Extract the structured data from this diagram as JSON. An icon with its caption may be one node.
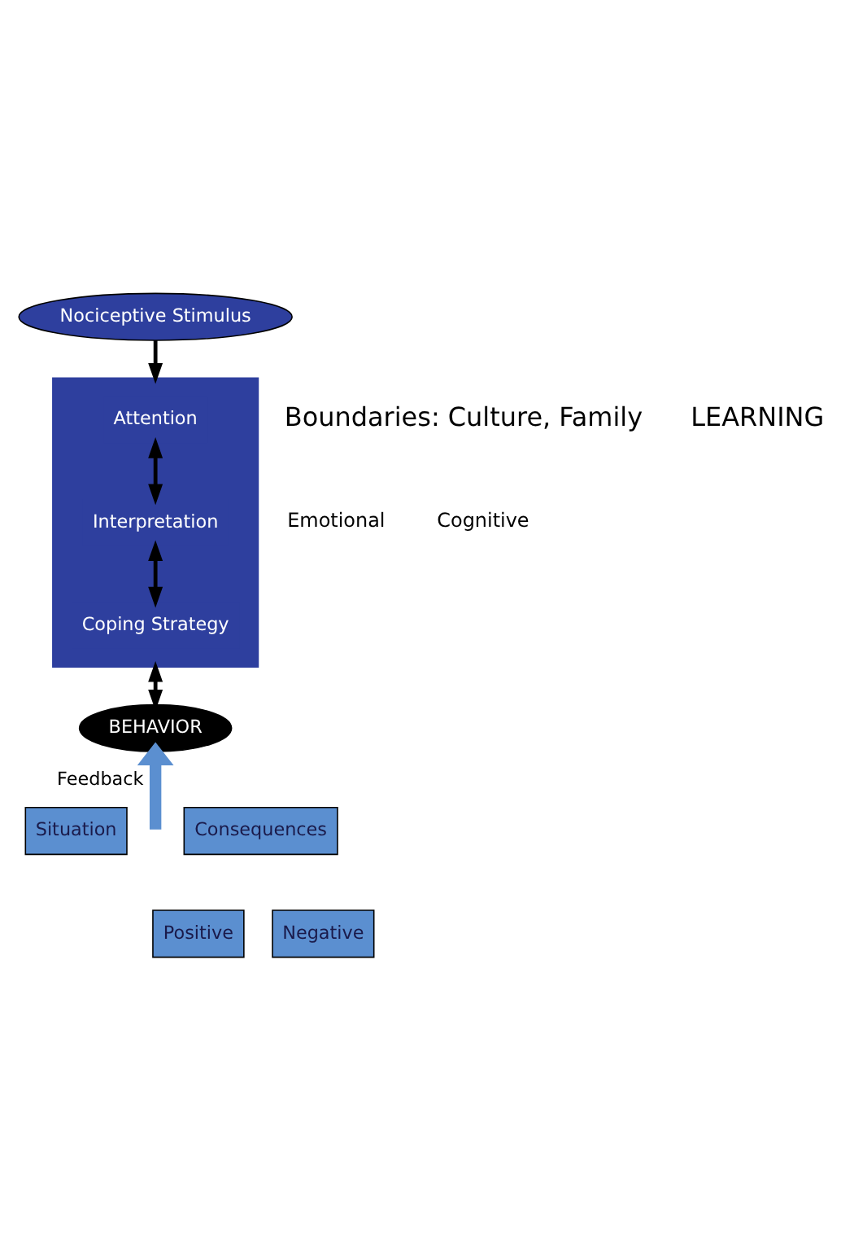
{
  "diagram": {
    "nodes": [
      {
        "text": [
          "Nociceptive Stimulus"
        ]
      },
      {
        "text": [],
        "shape": "box",
        "beside": [
          "Emotional",
          "Cognitive"
        ]
      },
      {
        "text": [
          "Attention"
        ],
        "in": 1
      },
      {
        "text": [
          "Interpretation"
        ],
        "in": 1
      },
      {
        "text": [
          "Coping Strategy"
        ],
        "in": 1
      },
      {
        "text": [
          "BEHAVIOR"
        ]
      },
      {
        "text": [
          "Situation"
        ]
      },
      {
        "text": [
          "Consequences"
        ]
      },
      {
        "text": [
          "Positive"
        ]
      },
      {
        "text": [
          "Negative"
        ]
      }
    ],
    "edges": [
      {
        "from": 0,
        "to": 1,
        "arrow": "to"
      },
      {
        "from": 2,
        "to": 3,
        "arrow": "both"
      },
      {
        "from": 3,
        "to": 4,
        "arrow": "both"
      },
      {
        "from": 1,
        "to": 5,
        "arrow": "both"
      },
      {
        "from": null,
        "to": 5,
        "arrow": "to",
        "label": "Feedback",
        "style": "thick",
        "color": "#5b8fd0"
      }
    ],
    "labels": [
      "Boundaries: Culture, Family",
      "LEARNING"
    ]
  }
}
